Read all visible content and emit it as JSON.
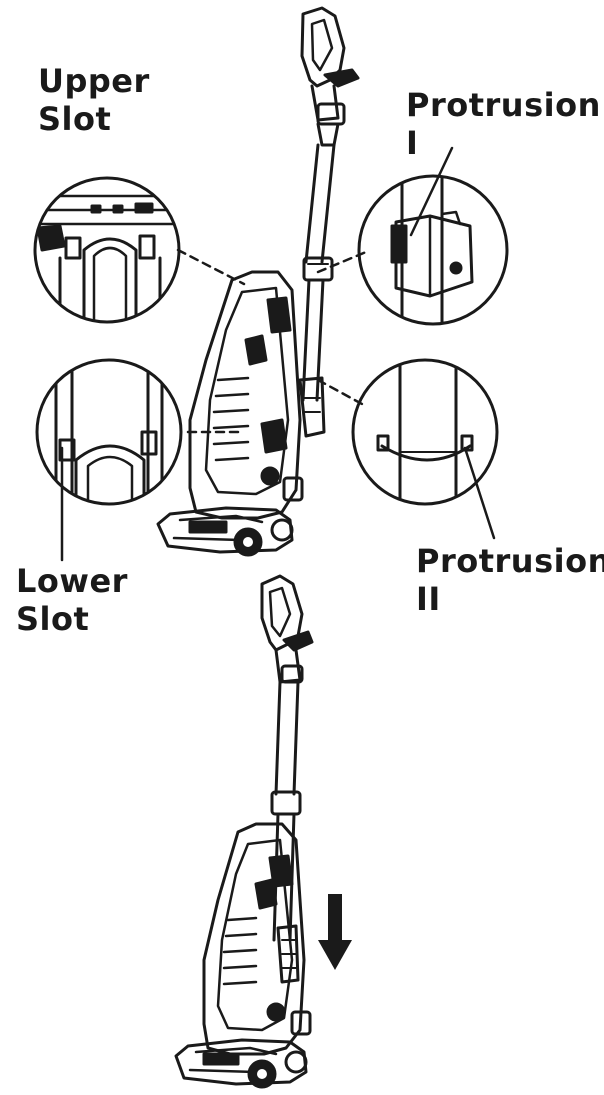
{
  "labels": {
    "upper_slot": "Upper\nSlot",
    "protrusion_1": "Protrusion\nI",
    "lower_slot": "Lower\nSlot",
    "protrusion_2": "Protrusion\nII"
  },
  "colors": {
    "ink": "#1a1a1a",
    "shade": "#7a7a7a",
    "background": "#ffffff"
  }
}
